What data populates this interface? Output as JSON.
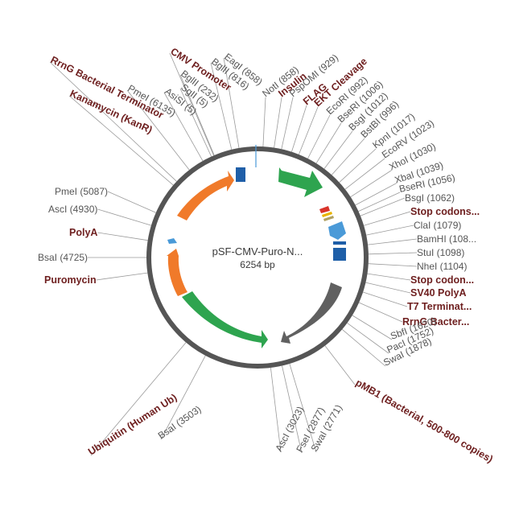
{
  "plasmid": {
    "name": "pSF-CMV-Puro-N...",
    "size_label": "6254 bp"
  },
  "colors": {
    "backbone": "#555555",
    "green": "#2ea44f",
    "orange": "#f07a2a",
    "blue": "#1f5fa8",
    "lightblue": "#4a9ad8",
    "grey": "#606060",
    "red": "#d9342b",
    "yellow": "#e8b400",
    "feature_text": "#6e1f1f",
    "site_text": "#555555"
  },
  "labels": [
    {
      "text": "EagI (858)",
      "kind": "site"
    },
    {
      "text": "BglII (816)",
      "kind": "site"
    },
    {
      "text": "CMV Promoter",
      "kind": "feature"
    },
    {
      "text": "RrnG Bacterial Terminator",
      "kind": "feature"
    },
    {
      "text": "BglII (232)",
      "kind": "site"
    },
    {
      "text": "SgII (5)",
      "kind": "site"
    },
    {
      "text": "AsiSI (5)",
      "kind": "site"
    },
    {
      "text": "PmeI (6135)",
      "kind": "site"
    },
    {
      "text": "Kanamycin (KanR)",
      "kind": "feature"
    },
    {
      "text": "NotI (858)",
      "kind": "site"
    },
    {
      "text": "Insulin",
      "kind": "feature"
    },
    {
      "text": "PspOMI (929)",
      "kind": "site"
    },
    {
      "text": "FLAG",
      "kind": "feature"
    },
    {
      "text": "EKT Cleavage",
      "kind": "feature"
    },
    {
      "text": "EcoRI (992)",
      "kind": "site"
    },
    {
      "text": "BseRI (1006)",
      "kind": "site"
    },
    {
      "text": "BsgI (1012)",
      "kind": "site"
    },
    {
      "text": "BstBI (996)",
      "kind": "site"
    },
    {
      "text": "KpnI (1017)",
      "kind": "site"
    },
    {
      "text": "EcoRV (1023)",
      "kind": "site"
    },
    {
      "text": "XhoI (1030)",
      "kind": "site"
    },
    {
      "text": "XbaI (1039)",
      "kind": "site"
    },
    {
      "text": "BseRI (1056)",
      "kind": "site"
    },
    {
      "text": "BsgI (1062)",
      "kind": "site"
    },
    {
      "text": "Stop codons...",
      "kind": "feature"
    },
    {
      "text": "ClaI (1079)",
      "kind": "site"
    },
    {
      "text": "BamHI (108...",
      "kind": "site"
    },
    {
      "text": "StuI (1098)",
      "kind": "site"
    },
    {
      "text": "NheI (1104)",
      "kind": "site"
    },
    {
      "text": "Stop codon...",
      "kind": "feature"
    },
    {
      "text": "SV40 PolyA",
      "kind": "feature"
    },
    {
      "text": "T7 Terminat...",
      "kind": "feature"
    },
    {
      "text": "RrnG Bacter...",
      "kind": "feature"
    },
    {
      "text": "SbfI (1620)",
      "kind": "site"
    },
    {
      "text": "PacI (1752)",
      "kind": "site"
    },
    {
      "text": "SwaI (1878)",
      "kind": "site"
    },
    {
      "text": "pMB1 (Bacterial, 500-800 copies)",
      "kind": "feature"
    },
    {
      "text": "SwaI (2771)",
      "kind": "site"
    },
    {
      "text": "FseI (2877)",
      "kind": "site"
    },
    {
      "text": "AscI (3023)",
      "kind": "site"
    },
    {
      "text": "BsaI (3503)",
      "kind": "site"
    },
    {
      "text": "Ubiquitin (Human Ub)",
      "kind": "feature"
    },
    {
      "text": "PmeI (5087)",
      "kind": "site"
    },
    {
      "text": "AscI (4930)",
      "kind": "site"
    },
    {
      "text": "PolyA",
      "kind": "feature"
    },
    {
      "text": "BsaI (4725)",
      "kind": "site"
    },
    {
      "text": "Puromycin",
      "kind": "feature"
    }
  ]
}
